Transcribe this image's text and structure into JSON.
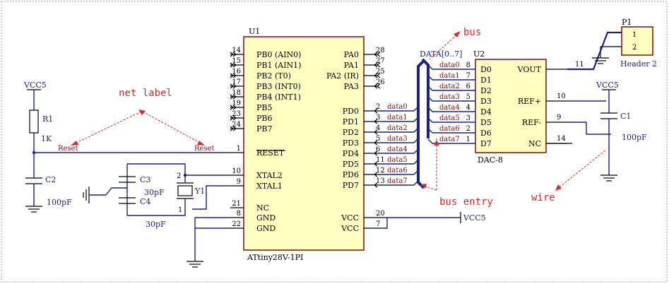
{
  "u1": {
    "ref": "U1",
    "part": "ATtiny28V-1PI",
    "left_pins": [
      {
        "num": "14",
        "name": "PB0 (AIN0)"
      },
      {
        "num": "15",
        "name": "PB1 (AIN1)"
      },
      {
        "num": "16",
        "name": "PB2 (T0)"
      },
      {
        "num": "17",
        "name": "PB3 (INT0)"
      },
      {
        "num": "18",
        "name": "PB4 (INT1)"
      },
      {
        "num": "19",
        "name": "PB5"
      },
      {
        "num": "23",
        "name": "PB6"
      },
      {
        "num": "24",
        "name": "PB7"
      },
      {
        "num": "1",
        "name": "RESET"
      },
      {
        "num": "10",
        "name": "XTAL2"
      },
      {
        "num": "9",
        "name": "XTAL1"
      },
      {
        "num": "21",
        "name": "NC"
      },
      {
        "num": "8",
        "name": "GND"
      },
      {
        "num": "22",
        "name": "GND"
      }
    ],
    "right_pins": [
      {
        "num": "28",
        "name": "PA0"
      },
      {
        "num": "27",
        "name": "PA1"
      },
      {
        "num": "25",
        "name": "PA2 (IR)"
      },
      {
        "num": "26",
        "name": "PA3"
      },
      {
        "num": "2",
        "name": "PD0",
        "net": "data0"
      },
      {
        "num": "3",
        "name": "PD1",
        "net": "data1"
      },
      {
        "num": "4",
        "name": "PD2",
        "net": "data2"
      },
      {
        "num": "5",
        "name": "PD3",
        "net": "data3"
      },
      {
        "num": "6",
        "name": "PD4",
        "net": "data4"
      },
      {
        "num": "11",
        "name": "PD5",
        "net": "data5"
      },
      {
        "num": "12",
        "name": "PD6",
        "net": "data6"
      },
      {
        "num": "13",
        "name": "PD7",
        "net": "data7"
      },
      {
        "num": "20",
        "name": "VCC"
      },
      {
        "num": "7",
        "name": "VCC"
      }
    ]
  },
  "u2": {
    "ref": "U2",
    "part": "DAC-8",
    "left_pins": [
      {
        "name": "D0",
        "net": "data0",
        "num": "8"
      },
      {
        "name": "D1",
        "net": "data1",
        "num": "7"
      },
      {
        "name": "D2",
        "net": "data2",
        "num": "6"
      },
      {
        "name": "D3",
        "net": "data3",
        "num": "5"
      },
      {
        "name": "D4",
        "net": "data4",
        "num": "4"
      },
      {
        "name": "D5",
        "net": "data5",
        "num": "3"
      },
      {
        "name": "D6",
        "net": "data6",
        "num": "2"
      },
      {
        "name": "D7",
        "net": "data7",
        "num": "1"
      }
    ],
    "right_pins": [
      {
        "name": "VOUT",
        "num": "11"
      },
      {
        "name": "REF+",
        "num": "10"
      },
      {
        "name": "REF-",
        "num": "9"
      },
      {
        "name": "NC",
        "num": "14"
      }
    ]
  },
  "bus_label": "DATA[0..7]",
  "p1": {
    "ref": "P1",
    "part": "Header 2",
    "pins": [
      "1",
      "2"
    ]
  },
  "r1": {
    "ref": "R1",
    "value": "1K"
  },
  "c1": {
    "ref": "C1",
    "value": "100pF"
  },
  "c2": {
    "ref": "C2",
    "value": "100pF"
  },
  "c3": {
    "ref": "C3",
    "value": "30pF"
  },
  "c4": {
    "ref": "C4",
    "value": "30pF"
  },
  "y1": {
    "ref": "Y1",
    "pin_top": "2",
    "pin_bottom": "1"
  },
  "power": {
    "vcc_left": "VCC5",
    "vcc_right": "VCC5",
    "vcc_u1": "VCC5"
  },
  "reset_net": "Reset",
  "annotations": {
    "net_label": "net label",
    "bus": "bus",
    "bus_entry": "bus entry",
    "wire": "wire"
  }
}
